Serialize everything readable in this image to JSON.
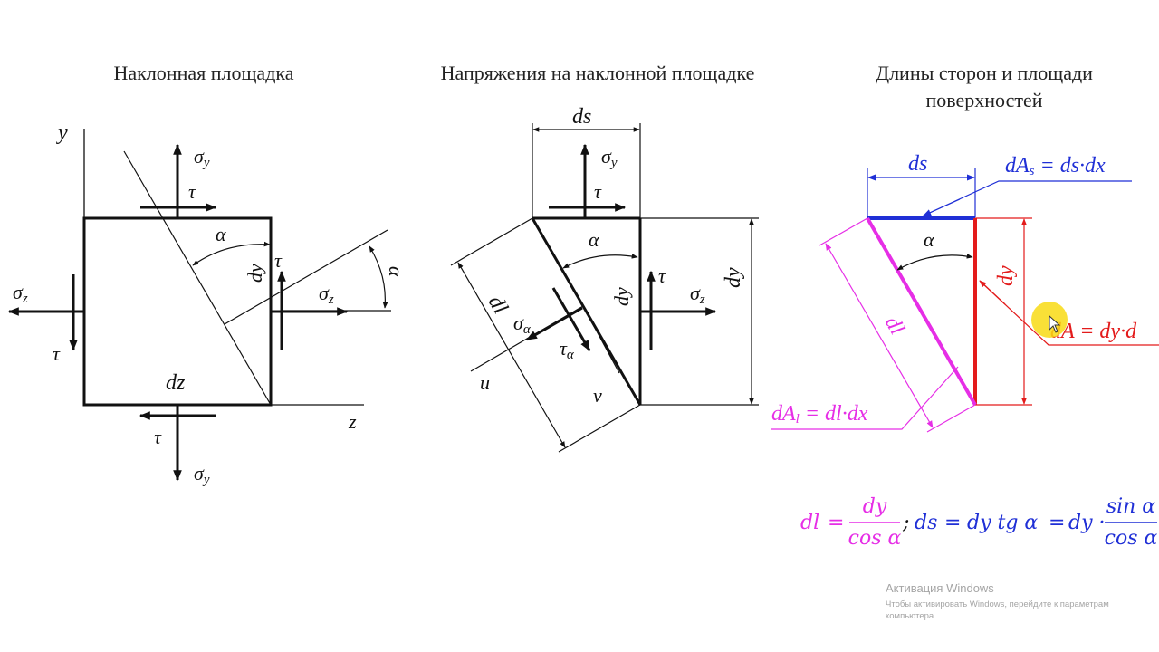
{
  "titles": {
    "inclined_plane": "Наклонная площадка",
    "stresses": "Напряжения на наклонной площадке",
    "sides_line1": "Длины сторон и площади",
    "sides_line2": "поверхностей"
  },
  "labels": {
    "y": "y",
    "z": "z",
    "dz": "dz",
    "dy": "dy",
    "ds": "ds",
    "dl": "dl",
    "u": "u",
    "v": "v",
    "alpha": "α",
    "tau": "τ",
    "sigma": "σ",
    "sub_y": "y",
    "sub_z": "z",
    "sub_alpha": "α",
    "sub_s": "s",
    "sub_l": "l",
    "dA_s": "dA",
    "dA_s_rhs": " = ds·dx",
    "dA_l": "dA",
    "dA_l_rhs": " = dl·dx",
    "dA_y": "dA = dy·d"
  },
  "formula": {
    "dl_lhs": "dl",
    "eq": "=",
    "dl_num": "dy",
    "cos_den": "cos α",
    "sep": ";",
    "ds_lhs": "ds",
    "dy_tg": "dy tg α",
    "dy_dot": "dy ·",
    "sin_num": "sin α",
    "cos_den2": "cos α"
  },
  "colors": {
    "magenta": "#e62ee6",
    "red": "#e31b1b",
    "blue": "#1f2fd6",
    "black": "#111111",
    "highlight": "#f8da14"
  },
  "watermark": {
    "title": "Активация Windows",
    "body": "Чтобы активировать Windows, перейдите к параметрам компьютера."
  }
}
